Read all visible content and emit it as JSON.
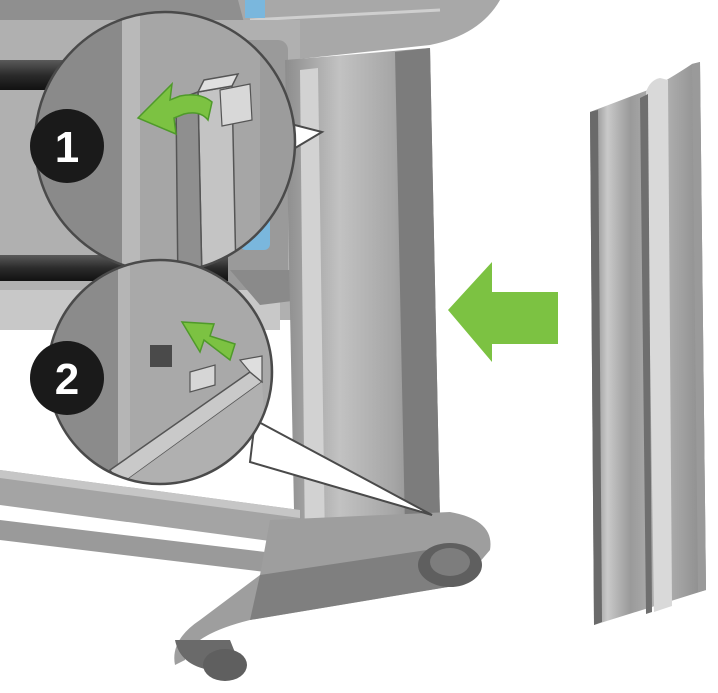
{
  "steps": [
    {
      "number": "1",
      "action": "unhook"
    },
    {
      "number": "2",
      "action": "insert"
    }
  ],
  "colors": {
    "arrow_green": "#7cc242",
    "arrow_green_dark": "#4f9a2a",
    "metal_light": "#b9b9b9",
    "metal_mid": "#9c9c9c",
    "metal_dark": "#6e6e6e",
    "blue_latch": "#7ab7dd",
    "badge": "#1a1a1a"
  },
  "icons": [
    "curved-arrow-icon",
    "insert-arrow-icon",
    "big-insert-arrow-icon"
  ]
}
